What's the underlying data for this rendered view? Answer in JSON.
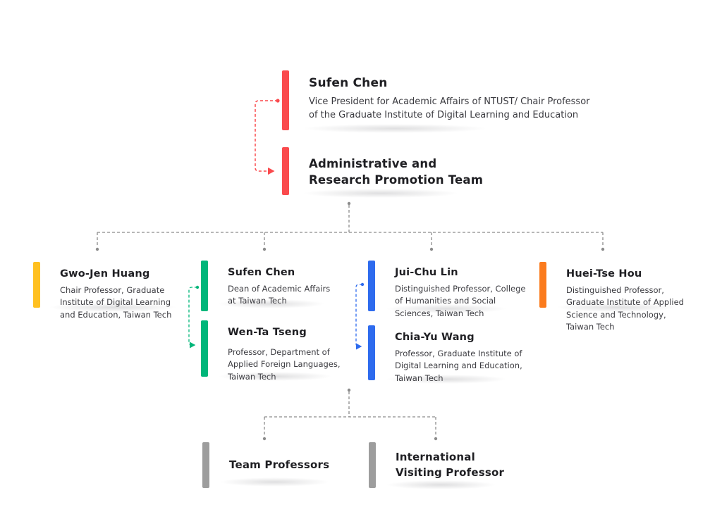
{
  "colors": {
    "red": "#fa4a4d",
    "yellow": "#ffc020",
    "green": "#00b67a",
    "blue": "#2e6bee",
    "orange": "#fb7b1d",
    "gray": "#9d9d9d",
    "line": "#8c8c8c",
    "title": "#1f1f23",
    "text": "#3b3b40",
    "background": "#ffffff"
  },
  "top": {
    "leader": {
      "name": "Sufen Chen",
      "desc": "Vice President for Academic Affairs of NTUST/ Chair Professor of the Graduate Institute of Digital Learning and Education"
    },
    "team": {
      "name": "Administrative and Research Promotion Team"
    }
  },
  "members": [
    {
      "name": "Gwo-Jen Huang",
      "desc": "Chair Professor, Graduate Institute of Digital Learning and Education, Taiwan Tech"
    },
    {
      "name": "Sufen Chen",
      "desc": "Dean of Academic Affairs at Taiwan Tech"
    },
    {
      "name": "Wen-Ta Tseng",
      "desc": "Professor, Department of Applied Foreign Languages, Taiwan Tech"
    },
    {
      "name": "Jui-Chu Lin",
      "desc": "Distinguished Professor, College of Humanities and Social Sciences, Taiwan Tech"
    },
    {
      "name": "Chia-Yu Wang",
      "desc": "Professor, Graduate Institute of Digital Learning and Education, Taiwan Tech"
    },
    {
      "name": "Huei-Tse Hou",
      "desc": "Distinguished Professor, Graduate Institute of Applied Science and Technology, Taiwan Tech"
    }
  ],
  "bottom_nodes": [
    {
      "name": "Team Professors"
    },
    {
      "name": "International Visiting Professor"
    }
  ]
}
